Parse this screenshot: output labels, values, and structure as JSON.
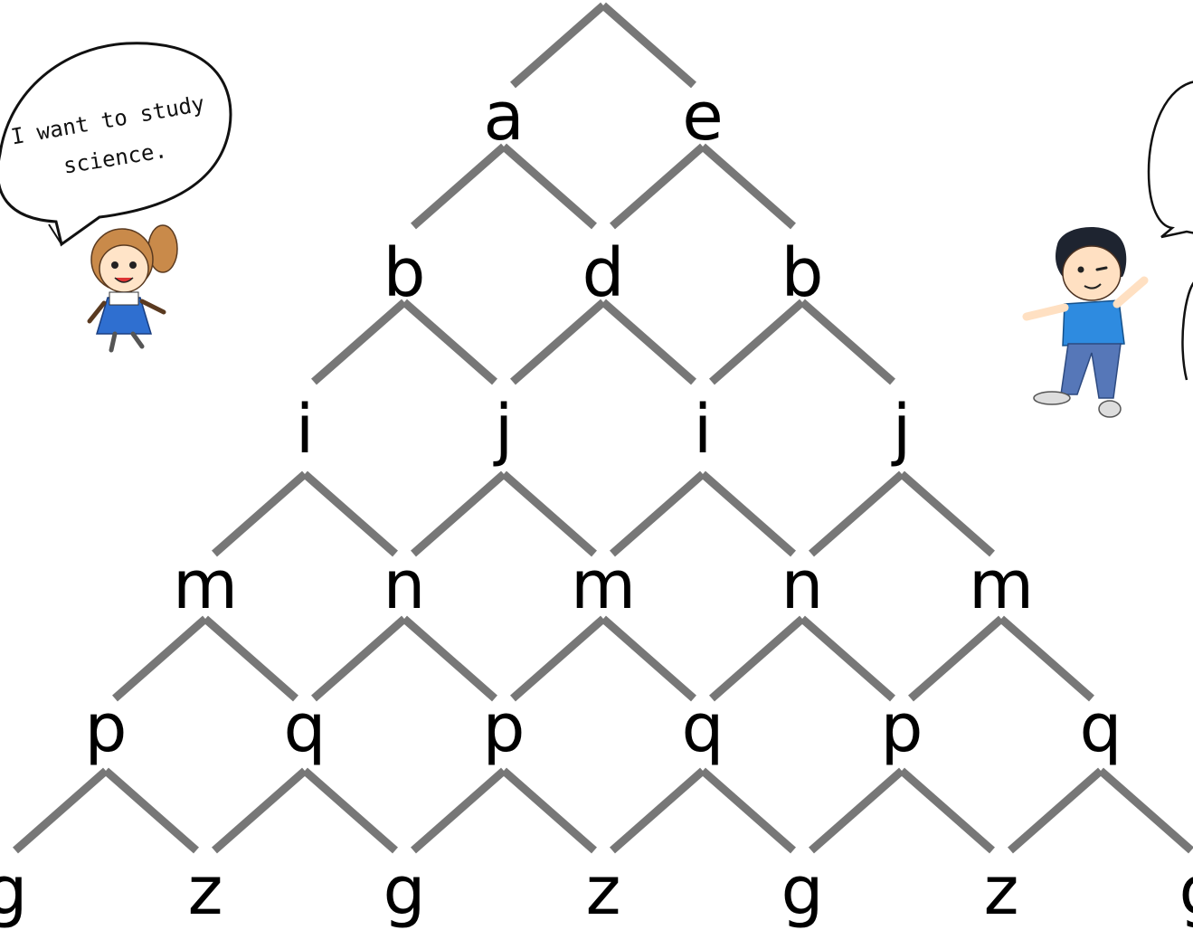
{
  "speech_bubble": {
    "line1": "I want to study",
    "line2": "science."
  },
  "pyramid": {
    "rows": [
      [
        "a",
        "e"
      ],
      [
        "b",
        "d",
        "b"
      ],
      [
        "i",
        "j",
        "i",
        "j"
      ],
      [
        "m",
        "n",
        "m",
        "n",
        "m"
      ],
      [
        "p",
        "q",
        "p",
        "q",
        "p",
        "q"
      ],
      [
        "g",
        "z",
        "g",
        "z",
        "g",
        "z",
        "g"
      ]
    ]
  },
  "characters": {
    "left": "girl-illustration",
    "right": "boy-illustration"
  },
  "colors": {
    "connector": "#777777",
    "girl_dress": "#2f6fd0",
    "boy_shirt": "#2e8be0",
    "boy_pants": "#5677b8"
  }
}
